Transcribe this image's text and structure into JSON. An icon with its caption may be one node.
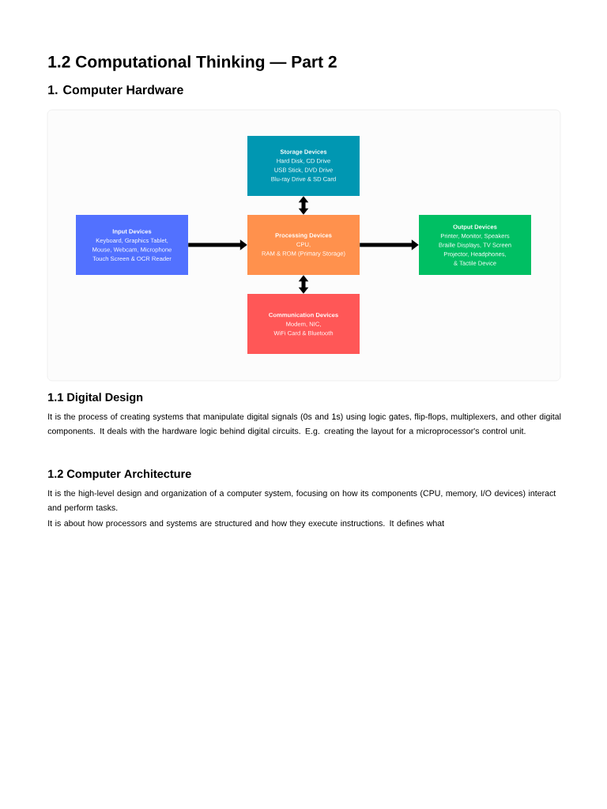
{
  "diagram": {
    "title": "1.2 Computational Thinking — Part 2",
    "nodes": [
      {
        "text": [
          "Storage Devices",
          "Hard Disk, CD Drive",
          "USB Stick, DVD Drive",
          "Blu-ray Drive & SD Card"
        ]
      },
      {
        "text": [
          "Input Devices",
          "Keyboard, Graphics Tablet,",
          "Mouse, Webcam, Microphone",
          "Touch Screen & OCR Reader"
        ]
      },
      {
        "text": [
          "Processing Devices",
          "CPU,",
          "RAM & ROM (Primary Storage)"
        ]
      },
      {
        "text": [
          "Output Devices",
          "Printer, Monitor, Speakers",
          "Braille Displays, TV Screen",
          "Projector, Headphones,",
          "& Tactile Device"
        ]
      },
      {
        "text": [
          "Communication Devices",
          "Modem, NIC,",
          "WiFi Card & Bluetooth"
        ]
      }
    ],
    "edges": [
      {
        "from": 1,
        "to": 2,
        "arrow": "to"
      },
      {
        "from": 2,
        "to": 3,
        "arrow": "to"
      },
      {
        "from": 2,
        "to": 0,
        "arrow": "both"
      },
      {
        "from": 2,
        "to": 4,
        "arrow": "both"
      }
    ],
    "labels": [
      "1. Computer Hardware",
      "1.1 Digital Design",
      "It is the process of creating systems that manipulate digital signals (0s and 1s) using logic gates, flip-flops, multiplexers, and other digital components. It deals with the hardware logic behind digital circuits. E.g. creating the layout for a microprocessor's control unit.",
      "1.2 Computer Architecture",
      "It is the high-level design and organization of a computer system, focusing on how its components (CPU, memory, I/O devices) interact and perform tasks.",
      "It is about how processors and systems are structured and how they execute instructions. It defines what"
    ]
  }
}
